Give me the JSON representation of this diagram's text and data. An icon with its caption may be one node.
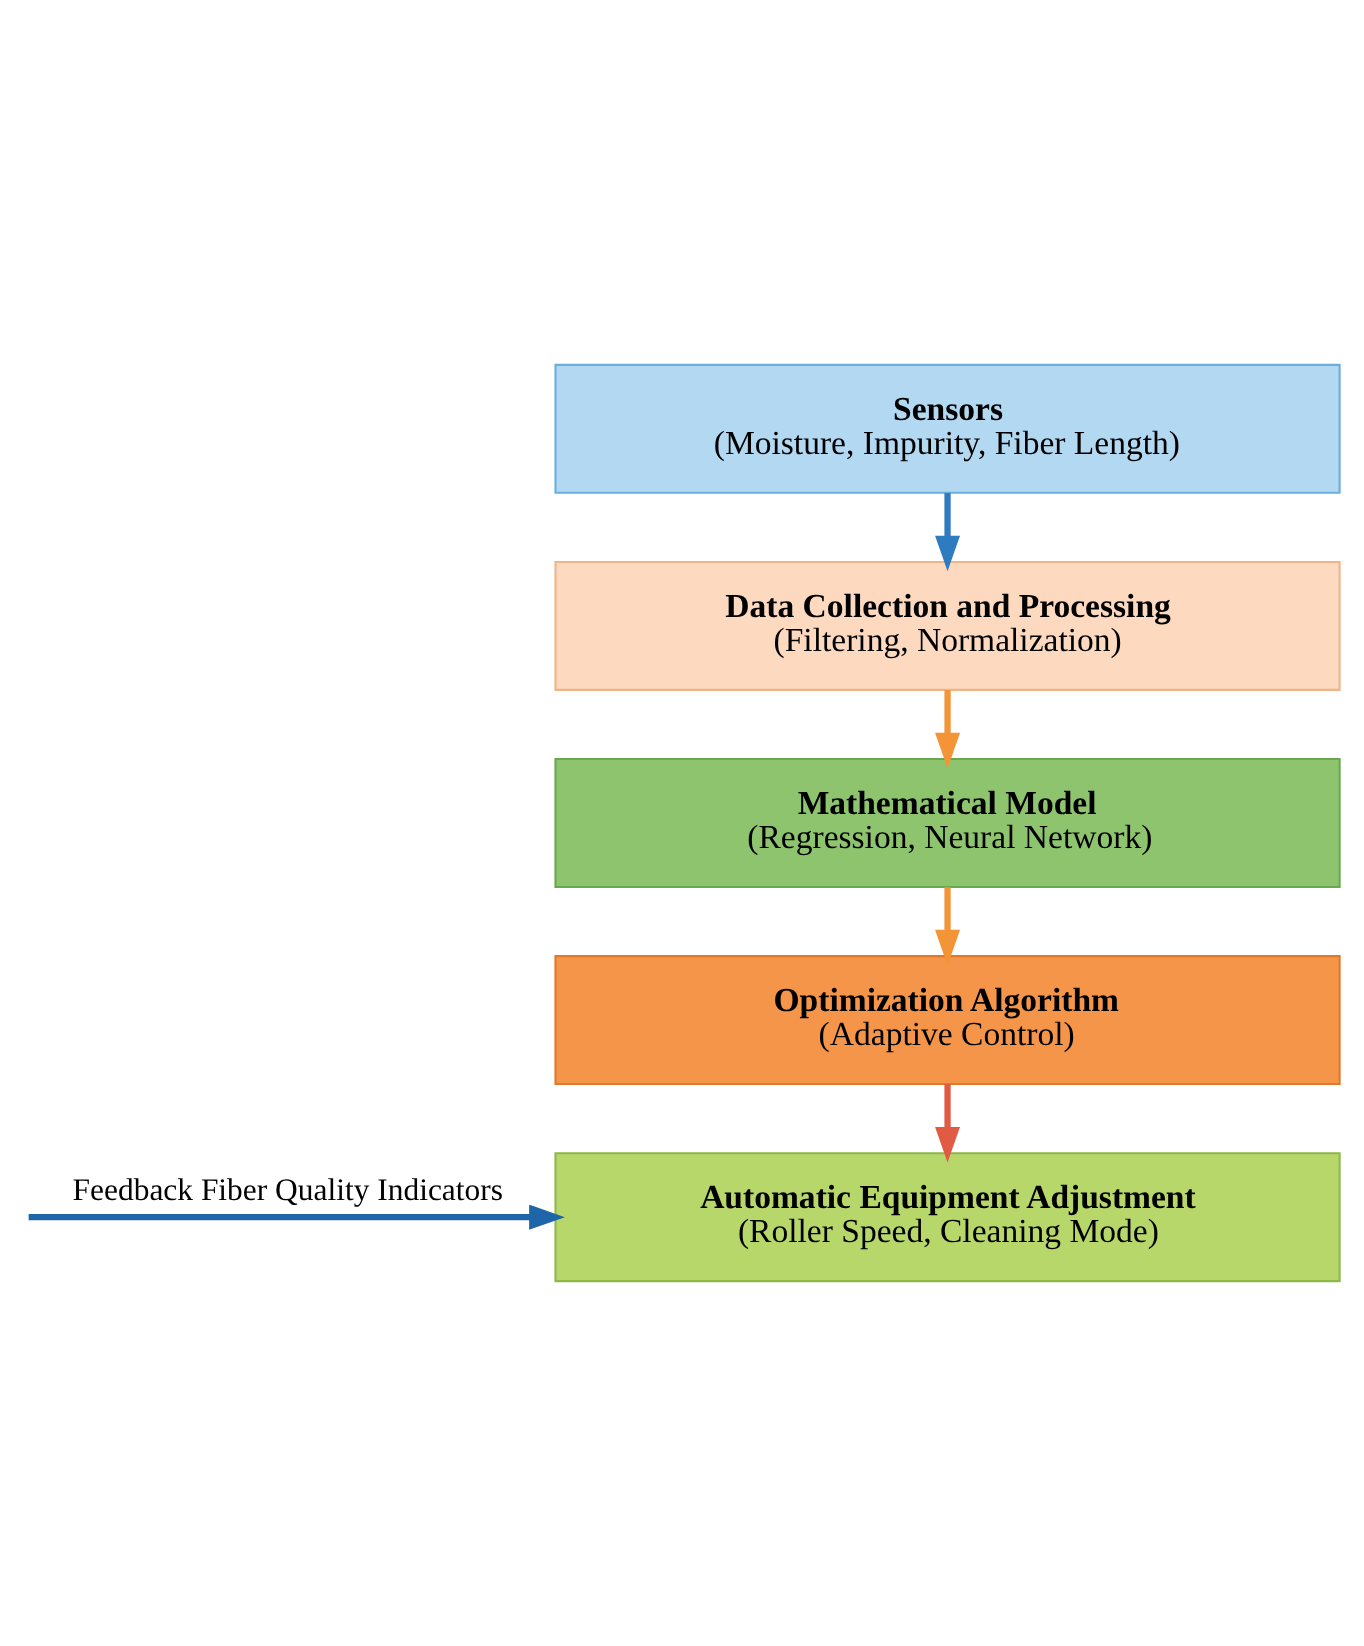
{
  "diagram": {
    "nodes": [
      {
        "text": [
          "Sensors",
          "(Moisture, Impurity, Fiber Length)"
        ]
      },
      {
        "text": [
          "Data Collection and Processing",
          "(Filtering, Normalization)"
        ]
      },
      {
        "text": [
          "Mathematical Model",
          "(Regression, Neural Network)"
        ]
      },
      {
        "text": [
          "Optimization Algorithm",
          "(Adaptive Control)"
        ]
      },
      {
        "text": [
          "Automatic Equipment Adjustment",
          "(Roller Speed, Cleaning Mode)"
        ]
      }
    ],
    "edges": [
      {
        "from": 0,
        "to": 1,
        "arrow": "to",
        "color": "#2f7bbf"
      },
      {
        "from": 1,
        "to": 2,
        "arrow": "to"
      },
      {
        "from": 2,
        "to": 3,
        "arrow": "to"
      },
      {
        "from": 3,
        "to": 4,
        "arrow": "to",
        "color": "#e05a44"
      },
      {
        "from": null,
        "to": 4,
        "arrow": "to",
        "label": "Feedback Fiber Quality Indicators",
        "color": "#1f66a8"
      }
    ]
  }
}
